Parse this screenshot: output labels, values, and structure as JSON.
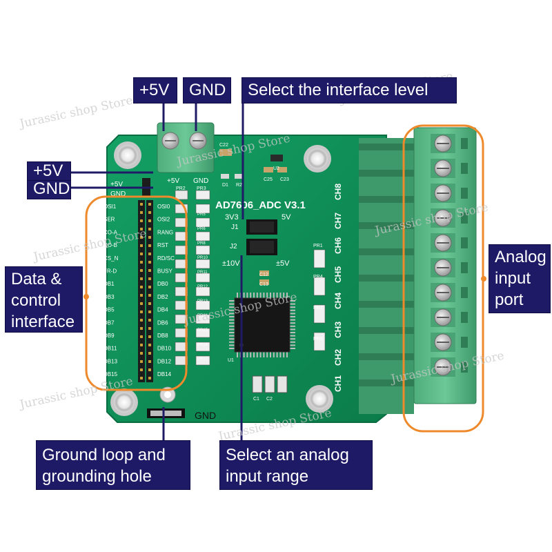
{
  "colors": {
    "board": "#0f8f58",
    "board_dark": "#0a6d42",
    "terminal_green": "#57b985",
    "callout_bg": "#1e1a66",
    "annotation_orange": "#ee8a2c",
    "pin_header": "#1c1c1c",
    "chip": "#161616",
    "silk": "#ffffff"
  },
  "callouts": {
    "vcc_top": "+5V",
    "gnd_top": "GND",
    "interface_level": "Select the interface level",
    "vcc_left": "+5V",
    "gnd_left": "GND",
    "data_control": [
      "Data &",
      "control",
      "interface"
    ],
    "analog_input": [
      "Analog",
      "input",
      "port"
    ],
    "ground_loop": [
      "Ground loop and",
      "grounding hole"
    ],
    "analog_range": [
      "Select an analog",
      "input range"
    ]
  },
  "board": {
    "model": "AD7606_ADC V3.1",
    "terminal_labels": [
      "+5V",
      "GND"
    ],
    "jumper_j1": "J1",
    "jumper_j2": "J2",
    "level_3v3": "3V3",
    "level_5v": "5V",
    "range_10v": "±10V",
    "range_5v": "±5V",
    "header_power": [
      "+5V",
      "GND"
    ],
    "left_header_labels": [
      "OSI1",
      "SER",
      "CO-A",
      "CO-B",
      "CS_N",
      "FR-D",
      "DB1",
      "DB3",
      "DB5",
      "DB7",
      "DB9",
      "DB11",
      "DB13",
      "DB15"
    ],
    "right_header_labels": [
      "OSI0",
      "OSI2",
      "RANG",
      "RST",
      "RD/SC",
      "BUSY",
      "DB0",
      "DB2",
      "DB4",
      "DB6",
      "DB8",
      "DB10",
      "DB12",
      "DB14"
    ],
    "channels": [
      "CH8",
      "CH7",
      "CH6",
      "CH5",
      "CH4",
      "CH3",
      "CH2",
      "CH1"
    ],
    "resistors_mid": [
      "PR2",
      "PR3",
      "PR5",
      "PR6",
      "PR8",
      "PR10",
      "PR11",
      "PR12",
      "PR13",
      "PR14",
      "PR15",
      "PR16",
      "PR17"
    ],
    "resistors_right": [
      "PR1",
      "PR4",
      "PR7",
      "PR9"
    ],
    "components": [
      "C22",
      "U2",
      "C25",
      "C23",
      "D1",
      "R2",
      "C12",
      "C13",
      "U1",
      "C1",
      "C2"
    ],
    "ground_label": "GND"
  },
  "watermarks": [
    "Jurassic shop Store",
    "Jurassic shop Store",
    "Jurassic shop Store",
    "Jurassic shop Store",
    "Jurassic shop Store",
    "Jurassic shop Store",
    "Jurassic shop Store",
    "Jurassic shop Store",
    "Jurassic shop Store"
  ]
}
